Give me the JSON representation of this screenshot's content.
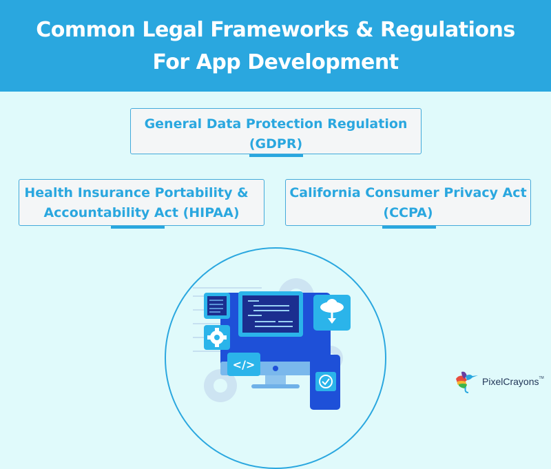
{
  "header": {
    "title_line1": "Common Legal Frameworks & Regulations",
    "title_line2": "For App Development",
    "background_color": "#2aa7df"
  },
  "frameworks": [
    {
      "line1": "General Data Protection Regulation",
      "line2": "(GDPR)"
    },
    {
      "line1": "Health Insurance Portability &",
      "line2": "Accountability Act (HIPAA)"
    },
    {
      "line1": "California Consumer Privacy Act",
      "line2": "(CCPA)"
    }
  ],
  "illustration": {
    "icons": [
      "code-list-icon",
      "gear-icon",
      "cloud-download-icon",
      "code-tag-icon",
      "check-circle-icon",
      "monitor-icon",
      "phone-icon"
    ],
    "code_tag": "</>"
  },
  "logo": {
    "name": "PixelCrayons",
    "trademark": "TM"
  },
  "colors": {
    "accent": "#2aa7df",
    "background": "#e0fafb",
    "box_fill": "#f4f6f7",
    "dark_blue": "#1a3fc4"
  }
}
